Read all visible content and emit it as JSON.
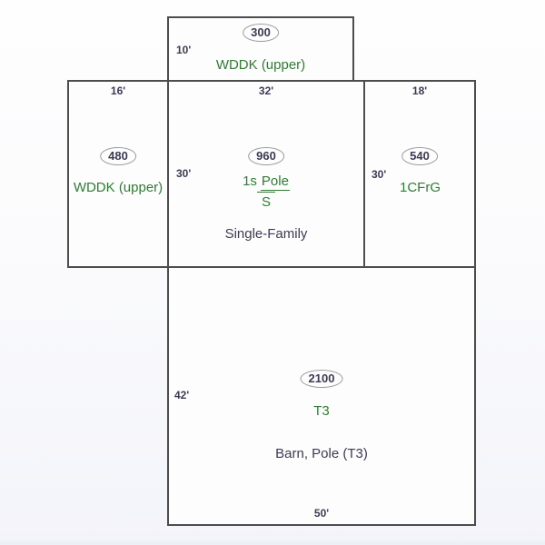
{
  "sketch": {
    "colors": {
      "wall_line": "#4d4d4d",
      "dimension_text": "#3b3b55",
      "use_label_text": "#2e7d32",
      "description_text": "#3b3b55",
      "area_oval_border": "#9a9a9a",
      "background_top": "#fefefe",
      "background_bottom": "#f3f4fa"
    },
    "areas": {
      "upper_deck_top": {
        "area": "300",
        "left_dim": "10'",
        "label": "WDDK (upper)"
      },
      "upper_deck_left": {
        "top_dim": "16'",
        "area": "480",
        "label": "WDDK (upper)"
      },
      "single_family": {
        "top_dim": "32'",
        "left_dim": "30'",
        "area": "960",
        "story_prefix": "1s",
        "story_upper": "Pole",
        "story_lower": "S",
        "description": "Single-Family"
      },
      "garage": {
        "top_dim": "18'",
        "left_dim": "30'",
        "area": "540",
        "label": "1CFrG"
      },
      "barn": {
        "left_dim": "42'",
        "bottom_dim": "50'",
        "area": "2100",
        "label": "T3",
        "description": "Barn, Pole (T3)",
        "bottom_dim_label": "50'"
      }
    }
  }
}
